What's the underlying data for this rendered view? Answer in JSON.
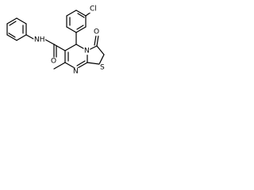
{
  "structure": {
    "labels": {
      "chloro": "Cl",
      "amide_nh": "NH",
      "amide_o": "O",
      "lactam_o": "O",
      "bridge_n": "N",
      "ring_n": "N",
      "sulfur": "S"
    }
  }
}
